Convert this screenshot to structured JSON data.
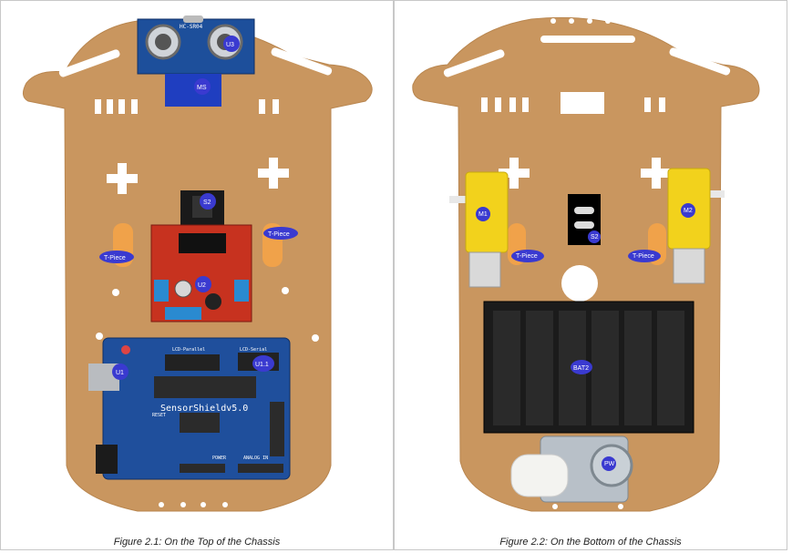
{
  "figures": [
    {
      "caption": "Figure 2.1: On the Top of the Chassis",
      "labels": {
        "u3": "U3",
        "ms": "MS",
        "s2": "S2",
        "tpiece_left": "T-Piece",
        "tpiece_right": "T-Piece",
        "u2": "U2",
        "u1": "U1",
        "u11": "U1.1"
      },
      "board_text": {
        "sensor": "HC-SR04",
        "shield": "SensorShieldv5.0",
        "lcd_parallel": "LCD-Parallel",
        "lcd_serial": "LCD-Serial",
        "reset": "RESET",
        "power": "POWER",
        "analog": "ANALOG IN"
      }
    },
    {
      "caption": "Figure 2.2: On the Bottom of the Chassis",
      "labels": {
        "m1": "M1",
        "m2": "M2",
        "s2": "S2",
        "tpiece_left": "T-Piece",
        "tpiece_right": "T-Piece",
        "bat2": "BAT2",
        "pw": "PW"
      }
    }
  ],
  "colors": {
    "chassis": "#c9965f",
    "label_badge": "#3a3ad0",
    "shield_blue": "#1f4f9c",
    "driver_red": "#c7321f",
    "motor_yellow": "#f2d21c",
    "battery_black": "#1b1b1b"
  }
}
